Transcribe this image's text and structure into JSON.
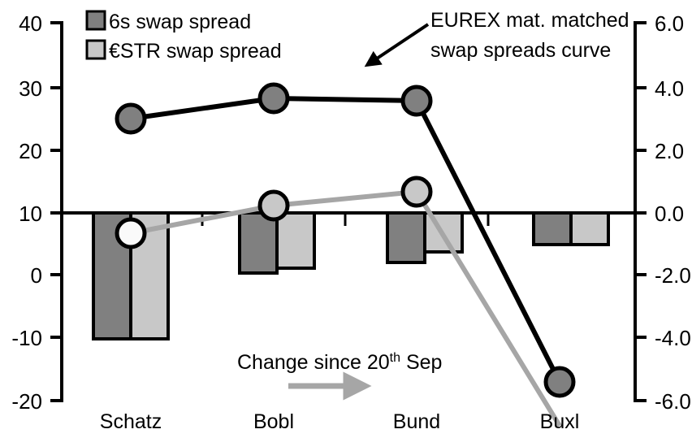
{
  "chart_data": {
    "type": "bar",
    "title": "",
    "subtitle": "",
    "xlabel": "",
    "ylabel": "",
    "categories": [
      "Schatz",
      "Bobl",
      "Bund",
      "Buxl"
    ],
    "grid": false,
    "legend_position": "top-left",
    "left_axis": {
      "label": "",
      "ylim": [
        -20,
        40
      ],
      "ticks": [
        40,
        30,
        20,
        10,
        0,
        -10,
        -20
      ],
      "tick_labels": [
        "40",
        "30",
        "20",
        "10",
        "0",
        "-10",
        "-20"
      ],
      "zero_reference_value": 10
    },
    "right_axis": {
      "label": "",
      "ylim": [
        -6.0,
        6.0
      ],
      "ticks": [
        6.0,
        4.0,
        2.0,
        0.0,
        -2.0,
        -4.0,
        -6.0
      ],
      "tick_labels": [
        "6.0",
        "4.0",
        "2.0",
        "0.0",
        "-2.0",
        "-4.0",
        "-6.0"
      ],
      "zero_reference_value": 0.0
    },
    "series": [
      {
        "name": "6s swap spread",
        "kind": "bar",
        "axis": "right",
        "color": "#808080",
        "values": [
          -4.1,
          -2.0,
          -1.6,
          -1.0
        ]
      },
      {
        "name": "€STR swap spread",
        "kind": "bar",
        "axis": "right",
        "color": "#c8c8c8",
        "values": [
          -4.1,
          -1.85,
          -1.25,
          -1.0
        ]
      },
      {
        "name": "EUREX mat. matched swap spreads curve",
        "kind": "line",
        "axis": "left",
        "color": "#000000",
        "marker_fill": "#808080",
        "values": [
          24.6,
          27.9,
          27.3,
          -18.0
        ]
      },
      {
        "name": "Change since 20th Sep",
        "kind": "line",
        "axis": "left",
        "color": "#a6a6a6",
        "marker_fill": "#c8c8c8",
        "values": [
          6.1,
          10.5,
          12.7,
          -21.0
        ]
      }
    ]
  },
  "legend": {
    "items": [
      {
        "label": "6s swap spread",
        "color": "#808080"
      },
      {
        "label": "€STR swap spread",
        "color": "#c8c8c8"
      }
    ]
  },
  "annotations": {
    "curve_callout": {
      "line1": "EUREX mat. matched",
      "line2": "swap spreads curve"
    },
    "change_note": {
      "prefix": "Change since 20",
      "superscript": "th",
      "suffix": "Sep"
    }
  },
  "axis_labels": {
    "left": [
      "40",
      "30",
      "20",
      "10",
      "0",
      "-10",
      "-20"
    ],
    "right": [
      "6.0",
      "4.0",
      "2.0",
      "0.0",
      "-2.0",
      "-4.0",
      "-6.0"
    ],
    "categories": [
      "Schatz",
      "Bobl",
      "Bund",
      "Buxl"
    ]
  }
}
